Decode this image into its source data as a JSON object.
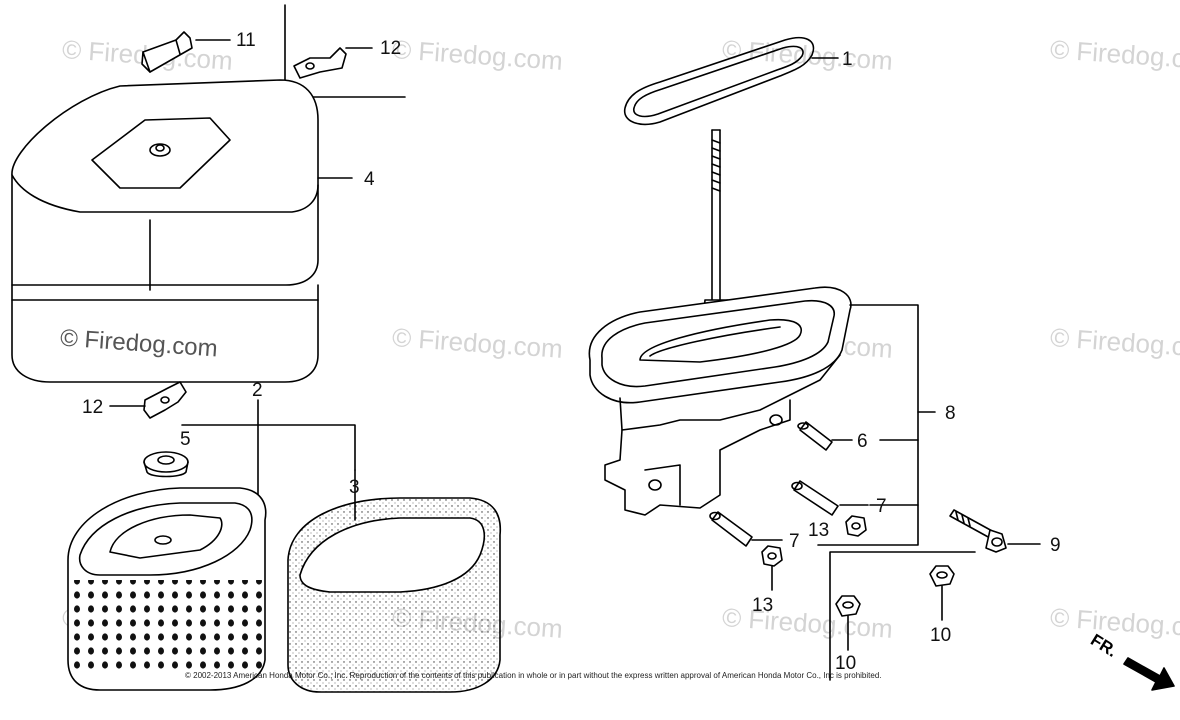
{
  "watermark": "© Firedog.com",
  "callouts": {
    "c1": "1",
    "c2": "2",
    "c3": "3",
    "c4": "4",
    "c5": "5",
    "c6": "6",
    "c7a": "7",
    "c7b": "7",
    "c8": "8",
    "c9": "9",
    "c10a": "10",
    "c10b": "10",
    "c11": "11",
    "c12a": "12",
    "c12b": "12",
    "c13a": "13",
    "c13b": "13"
  },
  "footer": "© 2002-2013 American Honda Motor Co., Inc. Reproduction of the contents of this publication in whole or in part without the express written approval of American Honda Motor Co., Inc is prohibited.",
  "fr_label": "FR."
}
